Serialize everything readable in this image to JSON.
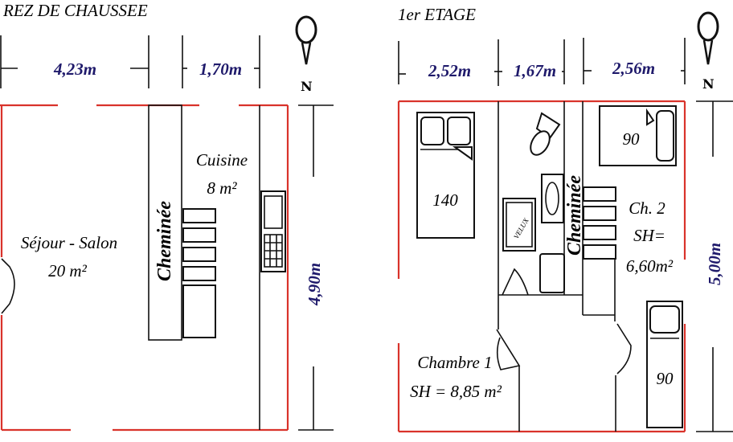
{
  "ground_floor": {
    "title": "REZ DE CHAUSSEE",
    "dimensions": {
      "width_1": "4,23m",
      "width_2": "1,70m",
      "depth": "4,90m"
    },
    "north_label": "N",
    "rooms": {
      "sejour": {
        "name": "Séjour - Salon",
        "area": "20 m²"
      },
      "cuisine": {
        "name": "Cuisine",
        "area": "8 m²"
      },
      "cheminee": "Cheminée"
    }
  },
  "first_floor": {
    "title": "1er ETAGE",
    "dimensions": {
      "width_1": "2,52m",
      "width_2": "1,67m",
      "width_3": "2,56m",
      "depth": "5,00m"
    },
    "north_label": "N",
    "rooms": {
      "chambre1": {
        "name": "Chambre 1",
        "area": "SH = 8,85 m²"
      },
      "chambre2": {
        "name": "Ch. 2",
        "sh": "SH=",
        "area": "6,60m²"
      },
      "cheminee": "Cheminée",
      "velux": "VELUX"
    },
    "beds": {
      "double": "140",
      "single_top": "90",
      "single_right": "90"
    }
  },
  "colors": {
    "walls": "#d9332b",
    "dimensions": "#1f1a6b",
    "lines": "#111111"
  }
}
